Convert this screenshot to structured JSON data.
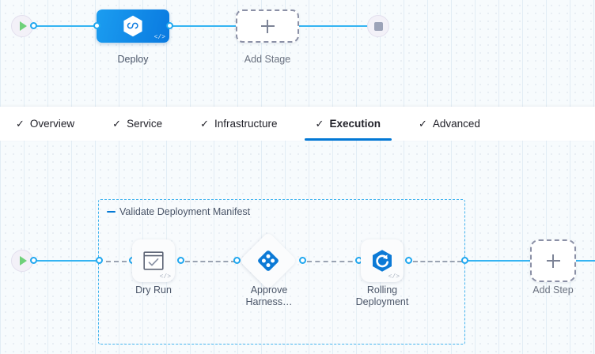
{
  "stage_canvas": {
    "start_node": {
      "name": "start",
      "icon": "play-icon"
    },
    "end_node": {
      "name": "end",
      "icon": "stop-icon"
    },
    "stages": [
      {
        "label": "Deploy",
        "icon": "harness-hexagon-icon",
        "code_mark": "</>",
        "selected": true
      }
    ],
    "add_stage": {
      "label": "Add Stage",
      "icon": "plus-icon"
    }
  },
  "tabs": {
    "check_glyph": "✓",
    "items": [
      {
        "label": "Overview",
        "active": false
      },
      {
        "label": "Service",
        "active": false
      },
      {
        "label": "Infrastructure",
        "active": false
      },
      {
        "label": "Execution",
        "active": true
      },
      {
        "label": "Advanced",
        "active": false
      }
    ]
  },
  "execution_canvas": {
    "start_node": {
      "name": "start",
      "icon": "play-icon"
    },
    "group": {
      "title": "Validate Deployment Manifest",
      "collapse_icon": "minus-icon"
    },
    "steps": [
      {
        "label": "Dry Run",
        "icon": "checklist-window-icon",
        "code_mark": "</>",
        "shape": "card"
      },
      {
        "label": "Approve\nHarness…",
        "icon": "approval-diamond-icon",
        "code_mark": "",
        "shape": "diamond"
      },
      {
        "label": "Rolling\nDeployment",
        "icon": "rolling-deployment-icon",
        "code_mark": "</>",
        "shape": "card"
      }
    ],
    "add_step": {
      "label": "Add Step",
      "icon": "plus-icon"
    }
  },
  "colors": {
    "accent_blue": "#0278d5",
    "edge_blue": "#35b4f2",
    "stage_blue": "#0a7ae0",
    "dashed_gray": "#9aa3b2",
    "canvas_bg": "#f7fbfd",
    "play_green": "#6fd17a",
    "stop_gray": "#9ca3b8"
  }
}
